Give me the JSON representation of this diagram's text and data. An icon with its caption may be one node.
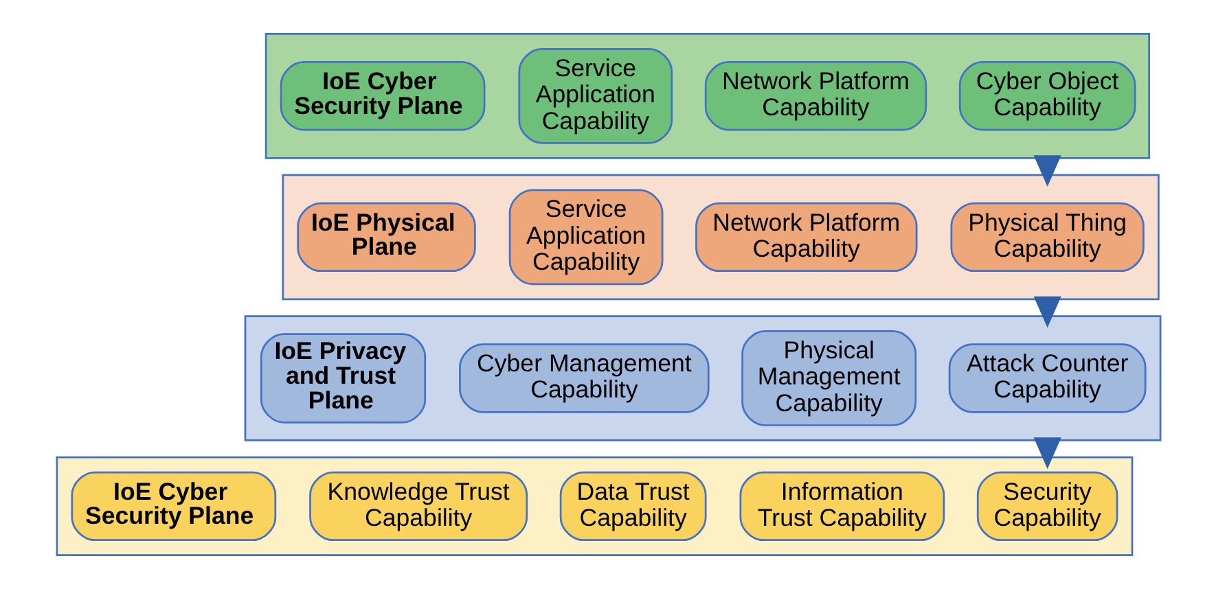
{
  "diagram": {
    "nodes": [
      {
        "text": [],
        "shape": "box"
      },
      {
        "text": [
          "IoE Cyber Security Plane"
        ],
        "in": 0
      },
      {
        "text": [
          "Service Application Capability"
        ],
        "in": 0
      },
      {
        "text": [
          "Network Platform Capability"
        ],
        "in": 0
      },
      {
        "text": [
          "Cyber Object Capability"
        ],
        "in": 0
      },
      {
        "text": [],
        "shape": "box"
      },
      {
        "text": [
          "IoE Physical Plane"
        ],
        "in": 5
      },
      {
        "text": [
          "Service Application Capability"
        ],
        "in": 5
      },
      {
        "text": [
          "Network Platform Capability"
        ],
        "in": 5
      },
      {
        "text": [
          "Physical Thing Capability"
        ],
        "in": 5
      },
      {
        "text": [],
        "shape": "box"
      },
      {
        "text": [
          "IoE Privacy and Trust Plane"
        ],
        "in": 10
      },
      {
        "text": [
          "Cyber Management Capability"
        ],
        "in": 10
      },
      {
        "text": [
          "Physical Management Capability"
        ],
        "in": 10
      },
      {
        "text": [
          "Attack Counter Capability"
        ],
        "in": 10
      },
      {
        "text": [],
        "shape": "box"
      },
      {
        "text": [
          "IoE Cyber Security Plane"
        ],
        "in": 15
      },
      {
        "text": [
          "Knowledge Trust Capability"
        ],
        "in": 15
      },
      {
        "text": [
          "Data Trust Capability"
        ],
        "in": 15
      },
      {
        "text": [
          "Information Trust Capability"
        ],
        "in": 15
      },
      {
        "text": [
          "Security Capability"
        ],
        "in": 15
      }
    ],
    "edges": [
      {
        "from": 0,
        "to": 5,
        "arrow": "to",
        "style": "thick"
      },
      {
        "from": 5,
        "to": 10,
        "arrow": "to",
        "style": "thick"
      },
      {
        "from": 10,
        "to": 15,
        "arrow": "to",
        "style": "thick"
      }
    ]
  }
}
